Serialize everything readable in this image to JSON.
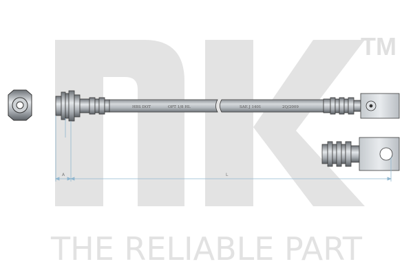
{
  "brand": {
    "logo_text": "nk",
    "trademark": "TM",
    "tagline": "THE RELIABLE PART",
    "watermark_color": "#e3e3e3"
  },
  "hose": {
    "prints": [
      "HBS DOT",
      "OPT 1/8 HL",
      "SAE J 1401",
      "2Q/2009"
    ],
    "body_color": "#b7bcc1",
    "outline_color": "#3a3a3a"
  },
  "dimensions": {
    "a_label": "A",
    "l_label": "L",
    "line_color": "#8fb6cf"
  },
  "icons": {
    "end_view": "hex-nut-end-view-icon",
    "banjo_top": "banjo-fitting-icon",
    "banjo_side": "banjo-fitting-side-icon"
  }
}
